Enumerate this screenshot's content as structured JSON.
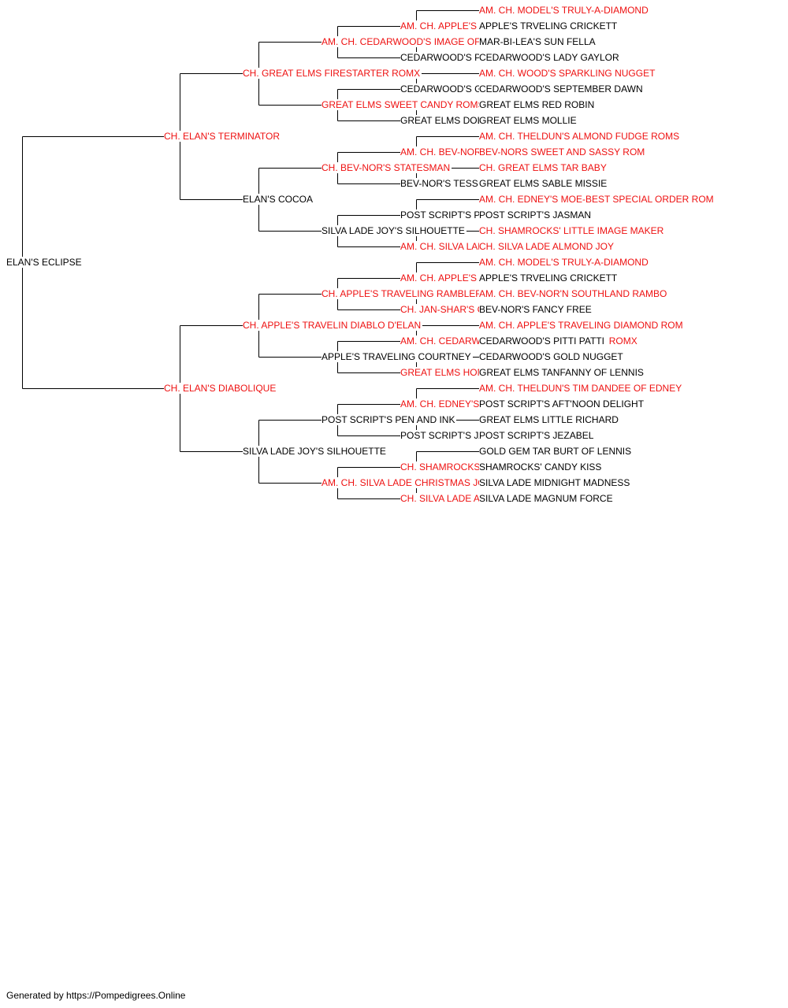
{
  "colors": {
    "titled": "#ee1111",
    "plain": "#000000",
    "line": "#000000"
  },
  "pedigree": {
    "name": "ELAN'S ECLIPSE",
    "titled": false,
    "sire": {
      "name": "CH. ELAN'S TERMINATOR",
      "titled": true,
      "sire": {
        "name": "CH. GREAT ELMS FIRESTARTER ROMX",
        "titled": true,
        "sire": {
          "name": "AM. CH. CEDARWOOD'S IMAGE OF DIAMOND ROMX",
          "titled": true,
          "sire": {
            "name": "AM. CH. APPLE'S TRAVELING DIAMOND ROM",
            "titled": true,
            "sire": {
              "name": "AM. CH. MODEL'S TRULY-A-DIAMOND",
              "titled": true
            },
            "dam": {
              "name": "APPLE'S TRVELING CRICKETT",
              "titled": false
            }
          },
          "dam": {
            "name": "CEDARWOOD'S PITTI PATTI",
            "titled": false,
            "sire": {
              "name": "MAR-BI-LEA'S SUN FELLA",
              "titled": false
            },
            "dam": {
              "name": "CEDARWOOD'S LADY GAYLOR",
              "titled": false
            }
          }
        },
        "dam": {
          "name": "GREAT ELMS SWEET CANDY ROMS",
          "titled": true,
          "sire": {
            "name": "CEDARWOOD'S GOLD NUGGET",
            "titled": false,
            "sire": {
              "name": "AM. CH. WOOD'S SPARKLING NUGGET",
              "titled": true
            },
            "dam": {
              "name": "CEDARWOOD'S SEPTEMBER DAWN",
              "titled": false
            }
          },
          "dam": {
            "name": "GREAT ELMS DOLLY",
            "titled": false,
            "sire": {
              "name": "GREAT ELMS RED ROBIN",
              "titled": false
            },
            "dam": {
              "name": "GREAT ELMS MOLLIE",
              "titled": false
            }
          }
        }
      },
      "dam": {
        "name": "ELAN'S COCOA",
        "titled": false,
        "sire": {
          "name": "CH. BEV-NOR'S STATESMAN",
          "titled": true,
          "sire": {
            "name": "AM. CH. BEV-NOR'S TOASTED FUDGE ROMS",
            "titled": true,
            "sire": {
              "name": "AM. CH. THELDUN'S ALMOND FUDGE ROMS",
              "titled": true
            },
            "dam": {
              "name": "BEV-NORS SWEET AND SASSY ROM",
              "titled": true
            }
          },
          "dam": {
            "name": "BEV-NOR'S TESS",
            "titled": false,
            "sire": {
              "name": "CH. GREAT ELMS TAR BABY",
              "titled": true
            },
            "dam": {
              "name": "GREAT ELMS SABLE MISSIE",
              "titled": false
            }
          }
        },
        "dam": {
          "name": "SILVA LADE JOY'S SILHOUETTE",
          "titled": false,
          "sire": {
            "name": "POST SCRIPT'S PEN AND INK",
            "titled": false,
            "sire": {
              "name": "AM. CH. EDNEY'S MOE-BEST SPECIAL ORDER ROM",
              "titled": true
            },
            "dam": {
              "name": "POST SCRIPT'S JASMAN",
              "titled": false
            }
          },
          "dam": {
            "name": "AM. CH. SILVA LADE CHRISTMAS JOY",
            "titled": true,
            "sire": {
              "name": "CH. SHAMROCKS' LITTLE IMAGE MAKER",
              "titled": true
            },
            "dam": {
              "name": "CH. SILVA LADE ALMOND JOY",
              "titled": true
            }
          }
        }
      }
    },
    "dam": {
      "name": "CH. ELAN'S DIABOLIQUE",
      "titled": true,
      "sire": {
        "name": "CH. APPLE'S TRAVELIN DIABLO D'ELAN",
        "titled": true,
        "sire": {
          "name": "CH. APPLE'S TRAVELING RAMBLER ROM",
          "titled": true,
          "sire": {
            "name": "AM. CH. APPLE'S TRAVELING DIAMOND ROM",
            "titled": true,
            "sire": {
              "name": "AM. CH. MODEL'S TRULY-A-DIAMOND",
              "titled": true
            },
            "dam": {
              "name": "APPLE'S TRVELING CRICKETT",
              "titled": false
            }
          },
          "dam": {
            "name": "CH. JAN-SHAR'S CHARMING BECKY",
            "titled": true,
            "sire": {
              "name": "AM. CH. BEV-NOR'N SOUTHLAND RAMBO",
              "titled": true
            },
            "dam": {
              "name": "BEV-NOR'S FANCY FREE",
              "titled": false
            }
          }
        },
        "dam": {
          "name": "APPLE'S TRAVELING COURTNEY",
          "titled": false,
          "sire": {
            "name": "AM. CH. CEDARWOOD'S IMAGE OF DIAMOND ROMX",
            "titled": true,
            "sire": {
              "name": "AM. CH. APPLE'S TRAVELING DIAMOND ROM",
              "titled": true
            },
            "dam": {
              "name": "CEDARWOOD'S PITTI PATTI",
              "titled": false
            }
          },
          "dam": {
            "name": "GREAT ELMS HONEYBUN ROM",
            "titled": true,
            "sire": {
              "name": "CEDARWOOD'S GOLD NUGGET",
              "titled": false
            },
            "dam": {
              "name": "GREAT ELMS TANFANNY OF LENNIS",
              "titled": false
            }
          }
        }
      },
      "dam": {
        "name": "SILVA LADE JOY'S SILHOUETTE",
        "titled": false,
        "sire": {
          "name": "POST SCRIPT'S PEN AND INK",
          "titled": false,
          "sire": {
            "name": "AM. CH. EDNEY'S MOE-BEST SPECIAL ORDER ROM",
            "titled": true,
            "sire": {
              "name": "AM. CH. THELDUN'S TIM DANDEE OF EDNEY",
              "titled": true
            },
            "dam": {
              "name": "POST SCRIPT'S AFT'NOON DELIGHT",
              "titled": false
            }
          },
          "dam": {
            "name": "POST SCRIPT'S JASMAN",
            "titled": false,
            "sire": {
              "name": "GREAT ELMS LITTLE RICHARD",
              "titled": false
            },
            "dam": {
              "name": "POST SCRIPT'S JEZABEL",
              "titled": false
            }
          }
        },
        "dam": {
          "name": "AM. CH. SILVA LADE CHRISTMAS JOY",
          "titled": true,
          "sire": {
            "name": "CH. SHAMROCKS' LITTLE IMAGE MAKER",
            "titled": true,
            "sire": {
              "name": "GOLD GEM TAR BURT OF LENNIS",
              "titled": false
            },
            "dam": {
              "name": "SHAMROCKS' CANDY KISS",
              "titled": false
            }
          },
          "dam": {
            "name": "CH. SILVA LADE ALMOND JOY",
            "titled": true,
            "sire": {
              "name": "SILVA LADE MIDNIGHT MADNESS",
              "titled": false
            },
            "dam": {
              "name": "SILVA LADE MAGNUM FORCE",
              "titled": false
            }
          }
        }
      }
    }
  },
  "footer": "Generated by https://Pompedigrees.Online"
}
